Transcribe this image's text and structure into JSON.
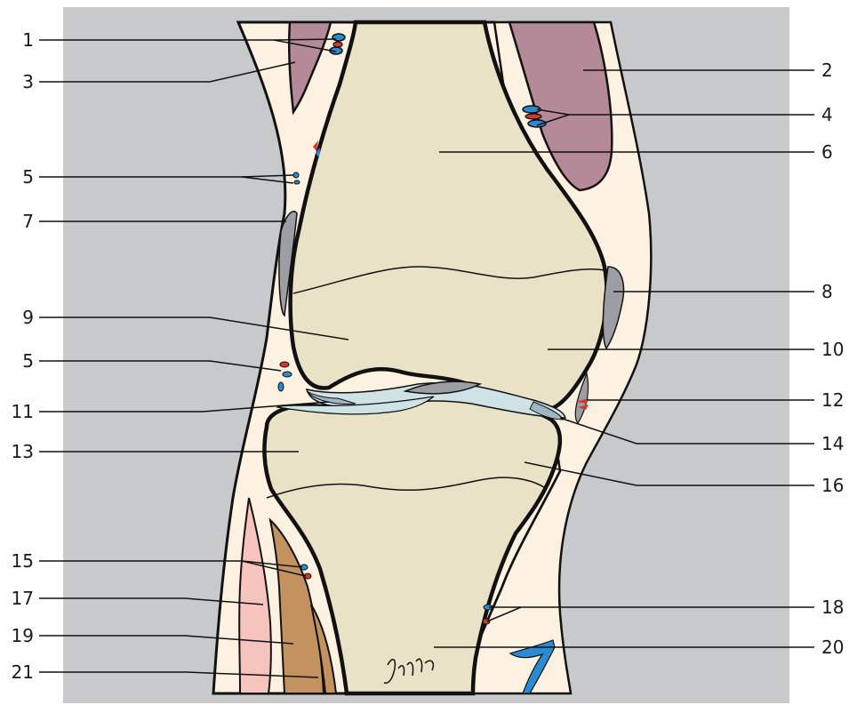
{
  "colors": {
    "background": "#ffffff",
    "panel": "#c8c9cb",
    "skin": "#fdf1e1",
    "bone": "#eae2c6",
    "muscle_purple": "#b58a98",
    "muscle_pink": "#f6c3bd",
    "muscle_brown": "#c4925f",
    "cartilage": "#cfe3e6",
    "meniscus": "#9fb6c2",
    "ligament_grey": "#9d9ea3",
    "artery": "#d2392a",
    "vein": "#2a8ad2",
    "outline": "#111111"
  },
  "labels": {
    "left": [
      "1",
      "3",
      "5",
      "7",
      "9",
      "5",
      "11",
      "13",
      "15",
      "17",
      "19",
      "21"
    ],
    "right": [
      "2",
      "4",
      "6",
      "8",
      "10",
      "12",
      "14",
      "16",
      "18",
      "20"
    ]
  },
  "icons": {
    "signature": "artist-signature"
  }
}
